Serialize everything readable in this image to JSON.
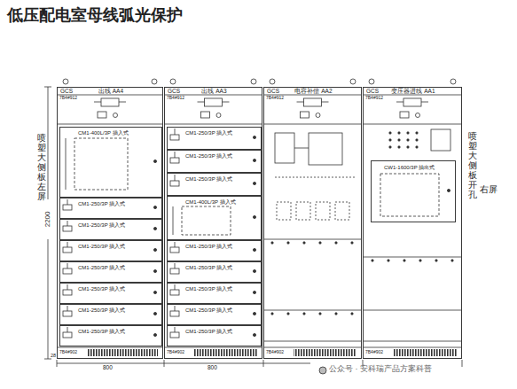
{
  "diagram": {
    "title": "低压配电室母线弧光保护",
    "nodes": [
      {
        "text": [
          "GCS",
          "出线 AA4"
        ]
      },
      {
        "text": [
          "GCS",
          "出线 AA3"
        ]
      },
      {
        "text": [
          "GCS",
          "电容补偿 AA2"
        ]
      },
      {
        "text": [
          "GCS",
          "变压器进线 AA1"
        ]
      },
      {
        "text": [
          "CM1-400L/3P 插入式"
        ],
        "in": 0
      },
      {
        "text": [
          "CM1-250/3P 插入式"
        ],
        "in": 0
      },
      {
        "text": [
          "CM1-250/3P 插入式"
        ],
        "in": 0
      },
      {
        "text": [
          "CM1-250/3P 插入式"
        ],
        "in": 0
      },
      {
        "text": [
          "CM1-250/3P 插入式"
        ],
        "in": 0
      },
      {
        "text": [
          "CM1-250/3P 插入式"
        ],
        "in": 0
      },
      {
        "text": [
          "CM1-250/3P 插入式"
        ],
        "in": 0
      },
      {
        "text": [
          "CM1-250/3P 插入式"
        ],
        "in": 0
      },
      {
        "text": [
          "CM1-250/3P 插入式"
        ],
        "in": 1
      },
      {
        "text": [
          "CM1-250/3P 插入式"
        ],
        "in": 1
      },
      {
        "text": [
          "CM1-250/3P 插入式"
        ],
        "in": 1
      },
      {
        "text": [
          "CM1-400L/3P 插入式"
        ],
        "in": 1
      },
      {
        "text": [
          "CM1-250/3P 插入式"
        ],
        "in": 1
      },
      {
        "text": [
          "CM1-250/3P 插入式"
        ],
        "in": 1
      },
      {
        "text": [
          "CM1-250/3P 插入式"
        ],
        "in": 1
      },
      {
        "text": [
          "CM1-250/3P 插入式"
        ],
        "in": 1
      },
      {
        "text": [
          "CM1-250/3P 插入式"
        ],
        "in": 1
      },
      {
        "text": [
          "CW1-1600/3P 抽出式"
        ],
        "in": 3
      }
    ],
    "labels": [
      "喷塑大侧板左屏",
      "喷塑大侧板开孔",
      "右屏",
      "2200",
      "28",
      "800",
      "800",
      "7B4#912",
      "7B4#912",
      "7B4#912",
      "7B4#912",
      "7B4#902",
      "7B4#902",
      "7B4#902",
      "7B4#902",
      "公众号 · 安科瑞产品方案科普"
    ]
  }
}
